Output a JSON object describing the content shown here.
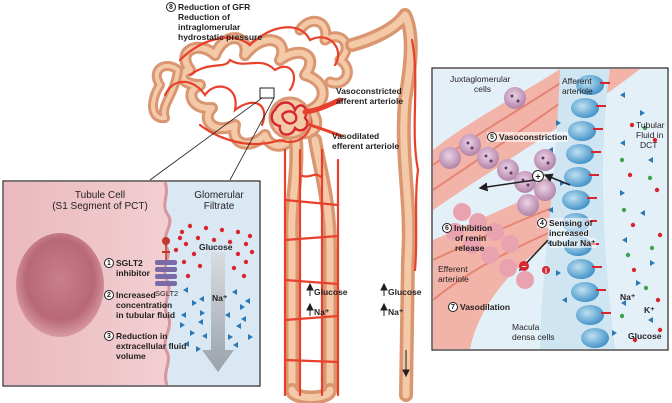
{
  "top": {
    "step8_number": "8",
    "step8_line1": "Reduction of GFR",
    "step8_line2": "Reduction of",
    "step8_line3": "intraglomerular",
    "step8_line4": "hydrostatic pressure",
    "vasoconstricted_line1": "Vasoconstricted",
    "vasoconstricted_line2": "afferent arteriole",
    "vasodilated_line1": "Vasodilated",
    "vasodilated_line2": "efferent arteriole"
  },
  "left_panel": {
    "tubule_title_line1": "Tubule Cell",
    "tubule_title_line2": "(S1 Segment of PCT)",
    "filtrate_title_line1": "Glomerular",
    "filtrate_title_line2": "Filtrate",
    "glucose_label": "Glucose",
    "sodium_label": "Na⁺",
    "sglt2_label": "SGLT2",
    "step1_number": "1",
    "step1_line1": "SGLT2",
    "step1_line2": "inhibitor",
    "step2_number": "2",
    "step2_line1": "Increased",
    "step2_line2": "concentration",
    "step2_line3": "in tubular fluid",
    "step3_number": "3",
    "step3_line1": "Reduction in",
    "step3_line2": "extracellular fluid",
    "step3_line3": "volume"
  },
  "middle": {
    "loop_glucose": "Glucose",
    "loop_sodium": "Na⁺",
    "duct_glucose": "Glucose",
    "duct_sodium": "Na⁺"
  },
  "right_panel": {
    "juxtaglomerular_line1": "Juxtaglomerular",
    "juxtaglomerular_line2": "cells",
    "afferent_line1": "Afferent",
    "afferent_line2": "arteriole",
    "step5_number": "5",
    "step5_label": "Vasoconstriction",
    "tubular_line1": "Tubular",
    "tubular_line2": "Fluid in",
    "tubular_line3": "DCT",
    "step6_number": "6",
    "step6_line1": "Inhibition",
    "step6_line2": "of renin",
    "step6_line3": "release",
    "step4_number": "4",
    "step4_line1": "Sensing of",
    "step4_line2": "increased",
    "step4_line3": "tubular Na⁺",
    "efferent_line1": "Efferent",
    "efferent_line2": "arteriole",
    "step7_number": "7",
    "step7_label": "Vasodilation",
    "macula_line1": "Macula",
    "macula_line2": "densa cells",
    "sodium_label": "Na⁺",
    "potassium_label": "K⁺",
    "glucose_label": "Glucose"
  },
  "colors": {
    "artery_red": "#e8402a",
    "tubule_tan": "#e2a27a",
    "tubule_light": "#f3c9a8",
    "cell_pink": "#e9b4b8",
    "filtrate_blue": "#d9e8f3",
    "cell_blue": "#5aa7d6",
    "sodium_blue": "#2b78b6",
    "glucose_red": "#d7262e",
    "jg_purple": "#b283a8"
  }
}
